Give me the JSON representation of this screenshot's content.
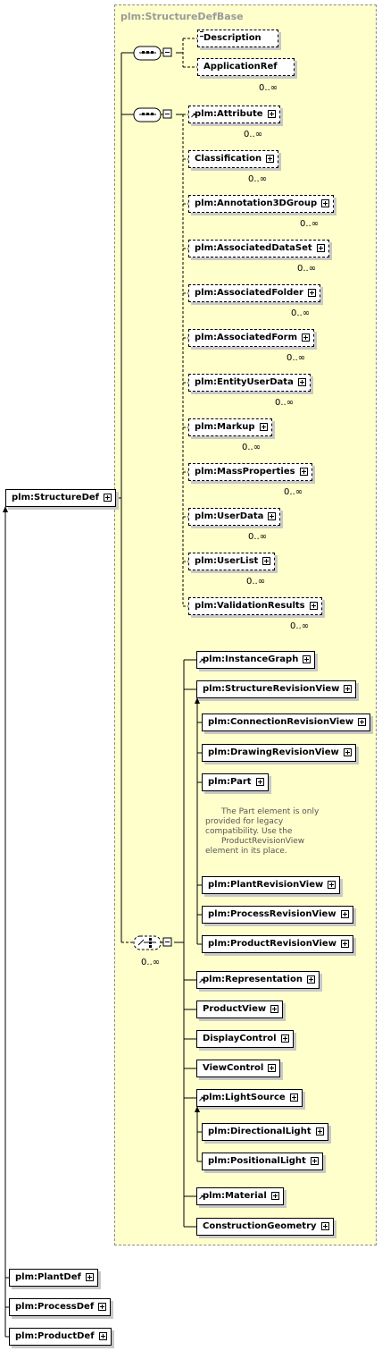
{
  "base_type": {
    "title": "plm:StructureDefBase"
  },
  "root": {
    "label": "plm:StructureDef"
  },
  "sequence1": {
    "items": [
      {
        "label": "Description"
      },
      {
        "label": "ApplicationRef",
        "cardinality": "0..∞"
      }
    ]
  },
  "sequence2": {
    "items": [
      {
        "label": "plm:Attribute",
        "cardinality": "0..∞"
      },
      {
        "label": "Classification",
        "cardinality": "0..∞"
      },
      {
        "label": "plm:Annotation3DGroup",
        "cardinality": "0..∞"
      },
      {
        "label": "plm:AssociatedDataSet",
        "cardinality": "0..∞"
      },
      {
        "label": "plm:AssociatedFolder",
        "cardinality": "0..∞"
      },
      {
        "label": "plm:AssociatedForm",
        "cardinality": "0..∞"
      },
      {
        "label": "plm:EntityUserData",
        "cardinality": "0..∞"
      },
      {
        "label": "plm:Markup",
        "cardinality": "0..∞"
      },
      {
        "label": "plm:MassProperties",
        "cardinality": "0..∞"
      },
      {
        "label": "plm:UserData",
        "cardinality": "0..∞"
      },
      {
        "label": "plm:UserList",
        "cardinality": "0..∞"
      },
      {
        "label": "plm:ValidationResults",
        "cardinality": "0..∞"
      }
    ]
  },
  "choice": {
    "cardinality": "0..∞",
    "items": {
      "instance_graph": "plm:InstanceGraph",
      "structure_revision_view": "plm:StructureRevisionView",
      "connection_revision_view": "plm:ConnectionRevisionView",
      "drawing_revision_view": "plm:DrawingRevisionView",
      "part": "plm:Part",
      "part_note": [
        "The Part element is only",
        "provided for legacy",
        "compatibility. Use the",
        "ProductRevisionView",
        "element in its place."
      ],
      "plant_revision_view": "plm:PlantRevisionView",
      "process_revision_view": "plm:ProcessRevisionView",
      "product_revision_view": "plm:ProductRevisionView",
      "representation": "plm:Representation",
      "product_view": "ProductView",
      "display_control": "DisplayControl",
      "view_control": "ViewControl",
      "light_source": "plm:LightSource",
      "directional_light": "plm:DirectionalLight",
      "positional_light": "plm:PositionalLight",
      "material": "plm:Material",
      "construction_geometry": "ConstructionGeometry"
    }
  },
  "derived": {
    "items": [
      {
        "label": "plm:PlantDef"
      },
      {
        "label": "plm:ProcessDef"
      },
      {
        "label": "plm:ProductDef"
      }
    ]
  }
}
